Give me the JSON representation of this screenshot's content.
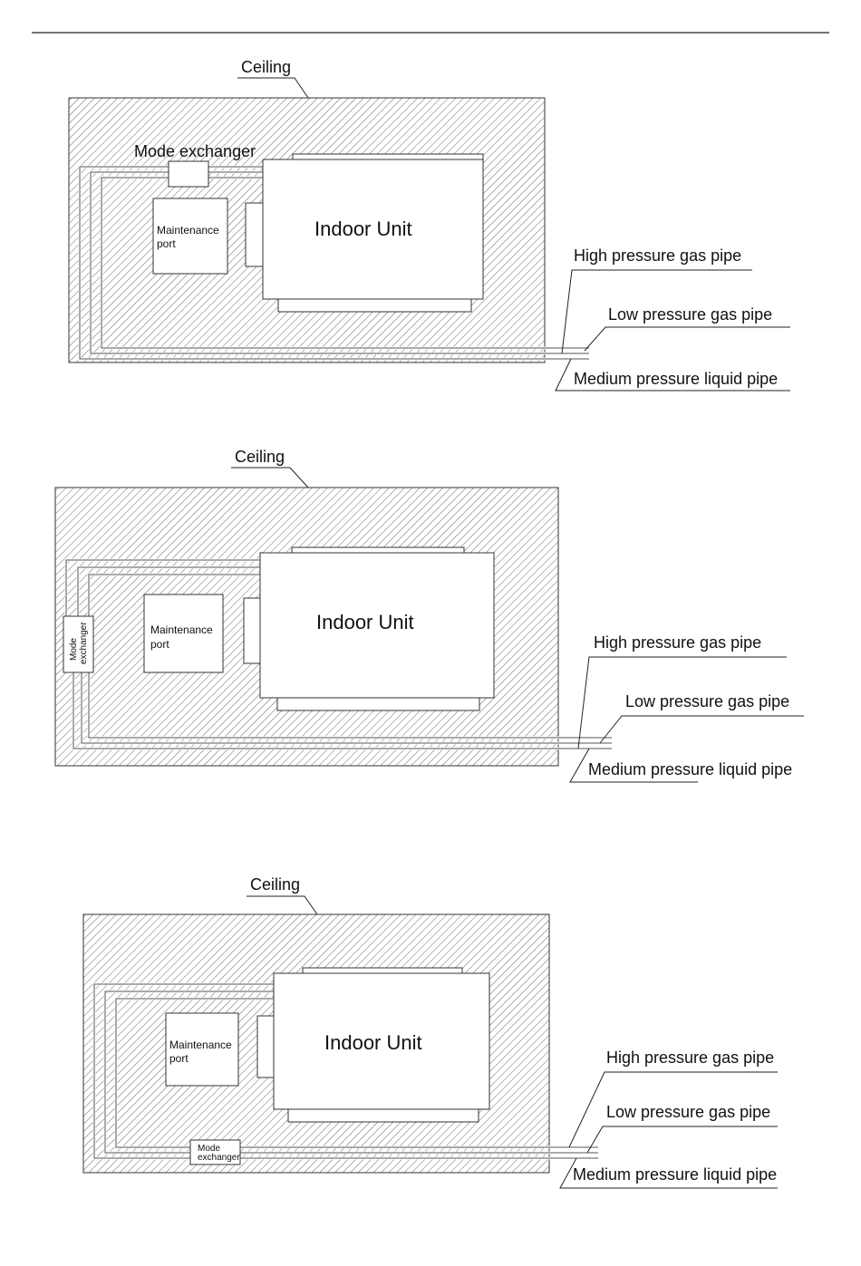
{
  "diagrams": [
    {
      "ceiling": "Ceiling",
      "mode_exchanger": "Mode exchanger",
      "maintenance_line1": "Maintenance",
      "maintenance_line2": "port",
      "indoor_unit": "Indoor Unit",
      "high_pipe": "High pressure gas pipe",
      "low_pipe": "Low pressure gas pipe",
      "liquid_pipe": "Medium pressure liquid pipe"
    },
    {
      "ceiling": "Ceiling",
      "mode_line1": "Mode",
      "mode_line2": "exchanger",
      "maintenance_line1": "Maintenance",
      "maintenance_line2": "port",
      "indoor_unit": "Indoor Unit",
      "high_pipe": "High pressure gas pipe",
      "low_pipe": "Low pressure gas pipe",
      "liquid_pipe": "Medium pressure liquid pipe"
    },
    {
      "ceiling": "Ceiling",
      "mode_line1": "Mode",
      "mode_line2": "exchanger",
      "maintenance_line1": "Maintenance",
      "maintenance_line2": "port",
      "indoor_unit": "Indoor Unit",
      "high_pipe": "High pressure gas pipe",
      "low_pipe": "Low pressure gas pipe",
      "liquid_pipe": "Medium pressure liquid pipe"
    }
  ]
}
